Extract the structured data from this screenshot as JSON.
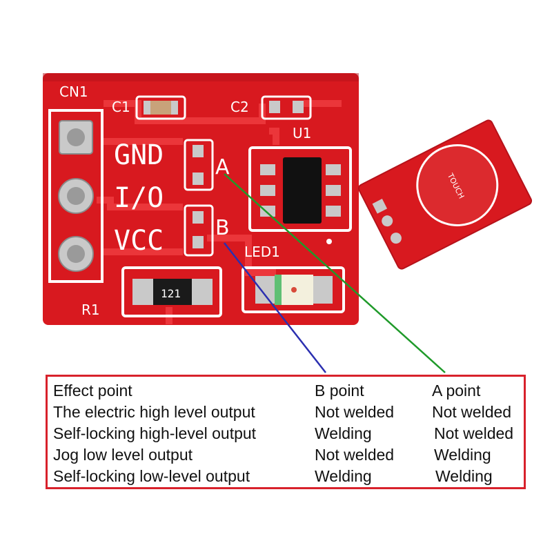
{
  "board": {
    "labels": {
      "cn1": "CN1",
      "c1": "C1",
      "c2": "C2",
      "u1": "U1",
      "r1": "R1",
      "led1": "LED1",
      "gnd": "GND",
      "io": "I/O",
      "vcc": "VCC",
      "pad_a": "A",
      "pad_b": "B",
      "resistor_code": "121"
    },
    "colors": {
      "pcb": "#d8191f",
      "silkscreen": "#ffffff",
      "chip": "#111111",
      "pad": "#c9c9c9"
    }
  },
  "small_board": {
    "label": "TOUCH"
  },
  "table": {
    "border_color": "#d8212b",
    "rows": [
      {
        "label": "Effect point",
        "b": "B point",
        "a": "A point"
      },
      {
        "label": "The electric high level output",
        "b": "Not welded",
        "a": "Not welded"
      },
      {
        "label": "Self-locking high-level output",
        "b": "Welding",
        "a": "Not welded"
      },
      {
        "label": "Jog low level output",
        "b": "Not welded",
        "a": "Welding"
      },
      {
        "label": "Self-locking low-level output",
        "b": "Welding",
        "a": "Welding"
      }
    ]
  },
  "leader_lines": {
    "b_color": "#2b2fb0",
    "a_color": "#1f9a2a"
  }
}
